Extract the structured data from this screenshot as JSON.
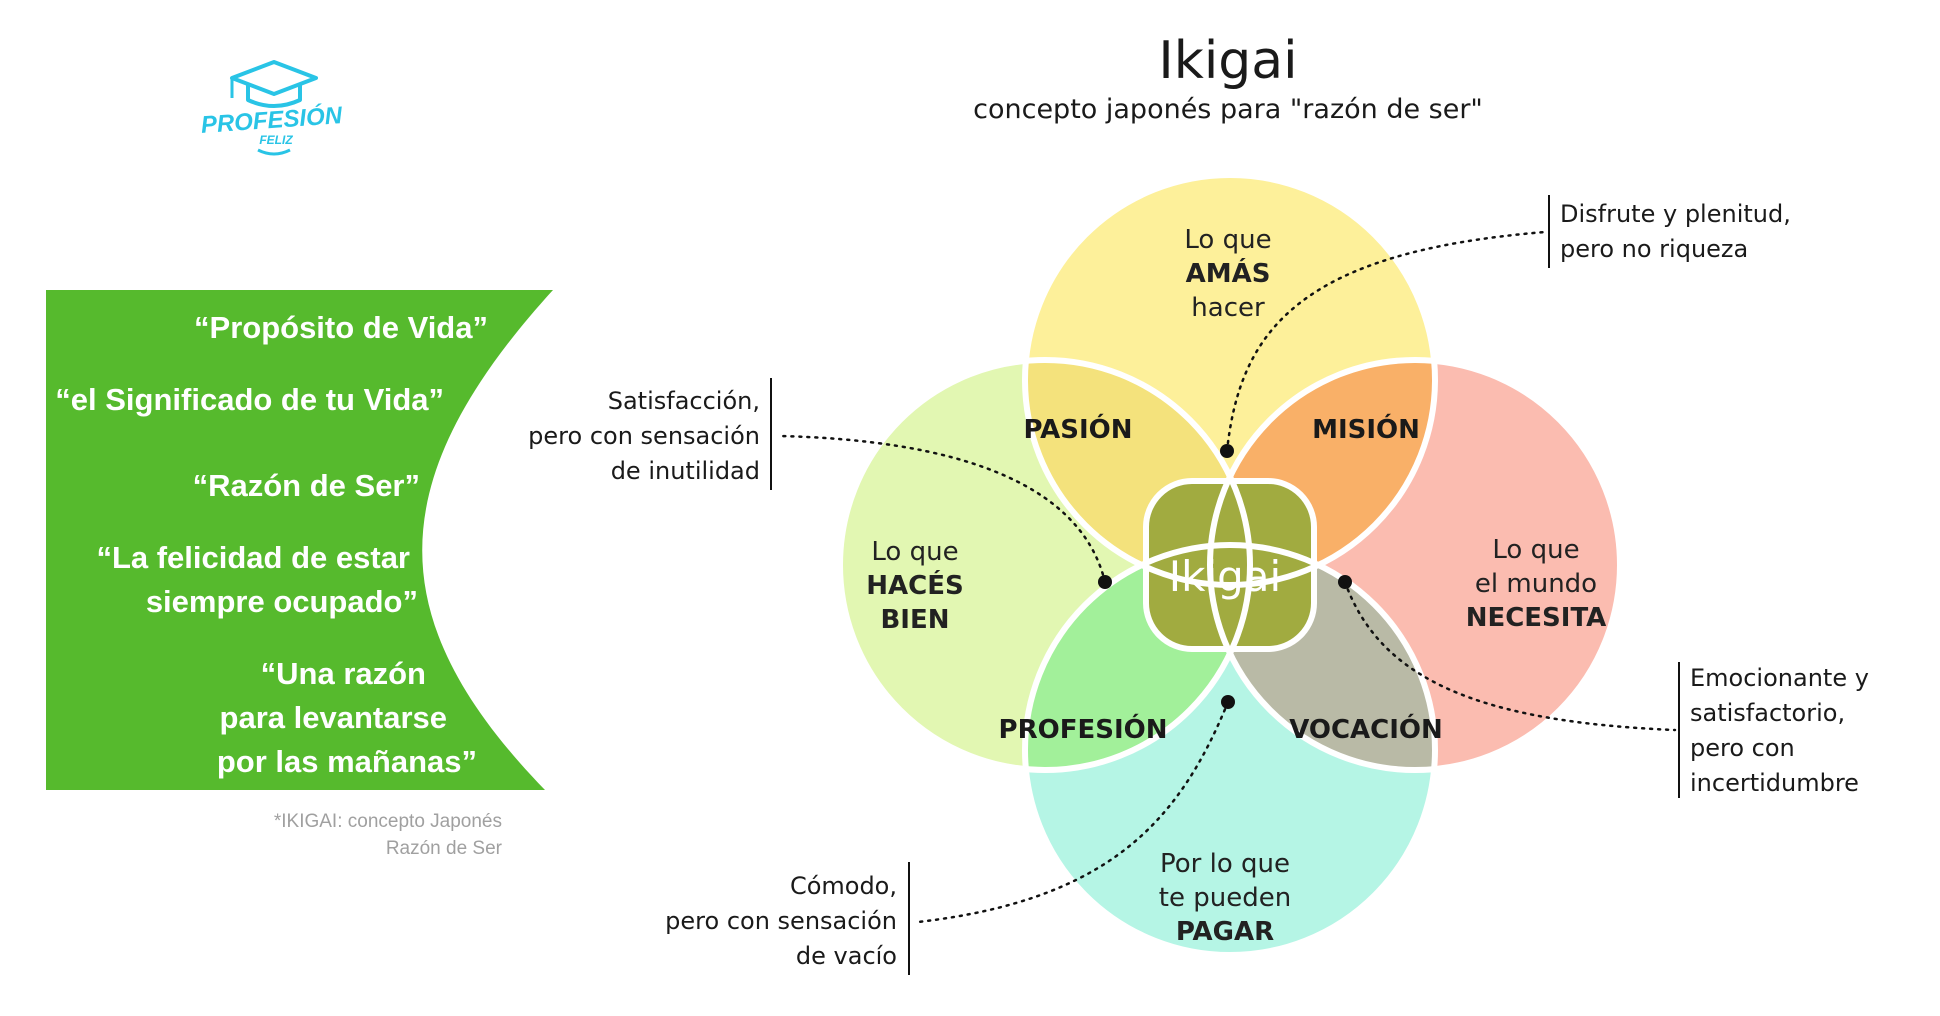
{
  "logo": {
    "line1": "PROFESIÓN",
    "line2": "FELIZ",
    "color": "#29c4e6"
  },
  "header": {
    "title": "Ikigai",
    "subtitle": "concepto japonés para \"razón de ser\""
  },
  "panel": {
    "color": "#56ba2d",
    "quotes": {
      "q1": "“Propósito de Vida”",
      "q2": "“el Significado de tu Vida”",
      "q3": "“Razón de Ser”",
      "q4a": "“La felicidad de estar",
      "q4b": "siempre ocupado”",
      "q5a": "“Una razón",
      "q5b": "para levantarse",
      "q5c": "por las mañanas”"
    },
    "footnote_a": "*IKIGAI:  concepto Japonés",
    "footnote_b": "Razón de Ser"
  },
  "circles": {
    "top": {
      "l1": "Lo que",
      "l2": "AMÁS",
      "l3": "hacer",
      "color": "#fdf09a"
    },
    "left": {
      "l1": "Lo que",
      "l2": "HACÉS",
      "l3": "BIEN",
      "color": "#e2f7b2"
    },
    "right": {
      "l1": "Lo que",
      "l2": "el mundo",
      "l3": "NECESITA",
      "color": "#fbbcb0"
    },
    "bottom": {
      "l1": "Por lo que",
      "l2": "te pueden",
      "l3": "PAGAR",
      "color": "#b5f5e5"
    }
  },
  "regions": {
    "pasion": {
      "label": "PASIÓN",
      "color": "#f4e27c"
    },
    "mision": {
      "label": "MISIÓN",
      "color": "#f9b068"
    },
    "profesion": {
      "label": "PROFESIÓN",
      "color": "#a2f09a"
    },
    "vocacion": {
      "label": "VOCACIÓN",
      "color": "#b9baa6"
    },
    "ikigai": {
      "label": "Ikigai",
      "color": "#a1ab40"
    }
  },
  "notes": {
    "top_right": {
      "l1": "Disfrute y plenitud,",
      "l2": "pero no riqueza"
    },
    "left": {
      "l1": "Satisfacción,",
      "l2": "pero con sensación",
      "l3": "de inutilidad"
    },
    "right": {
      "l1": "Emocionante y",
      "l2": "satisfactorio,",
      "l3": "pero con",
      "l4": "incertidumbre"
    },
    "bottom": {
      "l1": "Cómodo,",
      "l2": "pero con sensación",
      "l3": "de vacío"
    }
  }
}
